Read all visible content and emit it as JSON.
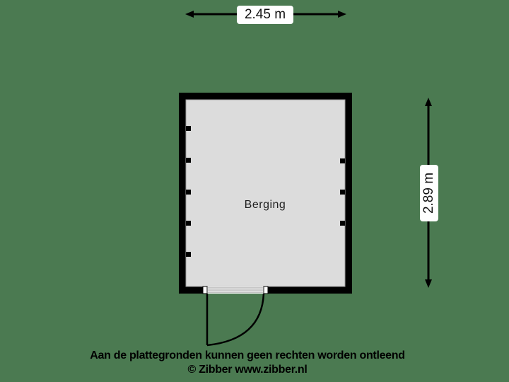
{
  "dimensions": {
    "width_label": "2.45 m",
    "height_label": "2.89 m"
  },
  "rooms": [
    {
      "name": "Berging"
    }
  ],
  "footer": {
    "disclaimer": "Aan de plattegronden kunnen geen rechten worden ontleend",
    "copyright": "© Zibber www.zibber.nl"
  },
  "colors": {
    "background": "#4b7a51",
    "floor": "#dcdcdc",
    "wall": "#000000",
    "label_bg": "#ffffff"
  }
}
